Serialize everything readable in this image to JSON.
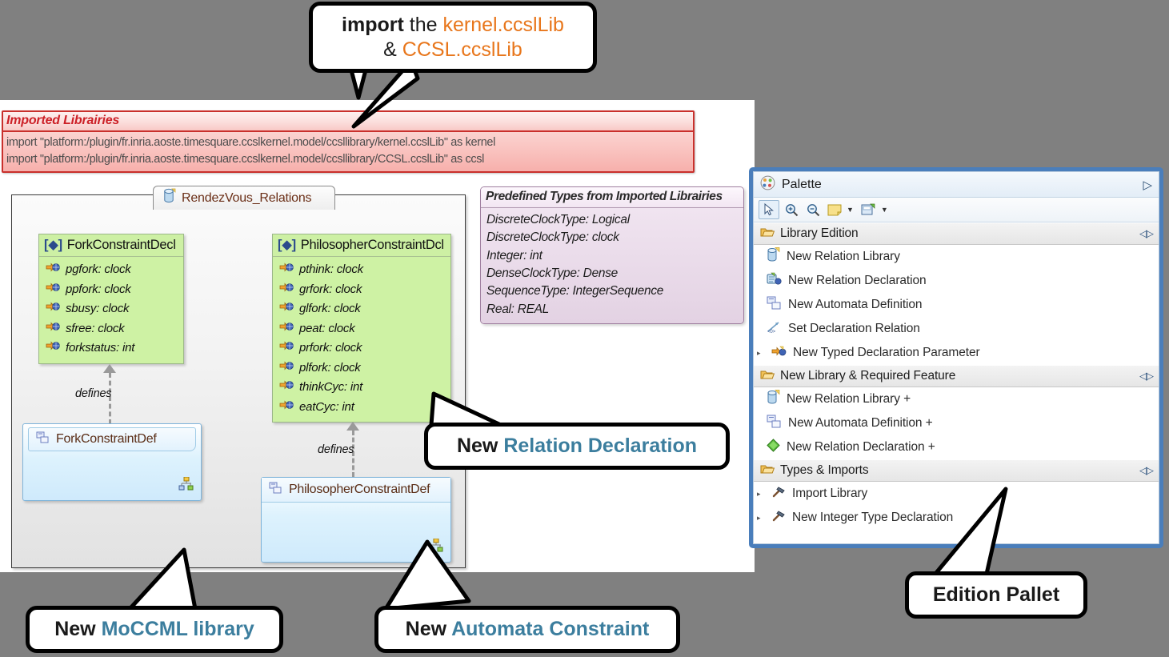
{
  "canvas": {
    "imported_libraries": {
      "title": "Imported Librairies",
      "lines": [
        "import \"platform:/plugin/fr.inria.aoste.timesquare.ccslkernel.model/ccsllibrary/kernel.ccslLib\" as kernel",
        "import \"platform:/plugin/fr.inria.aoste.timesquare.ccslkernel.model/ccsllibrary/CCSL.ccslLib\" as ccsl"
      ]
    },
    "diagram": {
      "tab_label": "RendezVous_Relations",
      "connector_label_1": "defines",
      "connector_label_2": "defines",
      "classes": [
        {
          "name": "ForkConstraintDecl",
          "stereotype": "[◆]",
          "attributes": [
            "pgfork: clock",
            "ppfork: clock",
            "sbusy: clock",
            "sfree: clock",
            "forkstatus: int"
          ]
        },
        {
          "name": "PhilosopherConstraintDcl",
          "stereotype": "[◆]",
          "attributes": [
            "pthink: clock",
            "grfork: clock",
            "glfork: clock",
            "peat: clock",
            "prfork: clock",
            "plfork: clock",
            "thinkCyc: int",
            "eatCyc: int"
          ]
        }
      ],
      "definitions": [
        {
          "name": "ForkConstraintDef"
        },
        {
          "name": "PhilosopherConstraintDef"
        }
      ]
    },
    "predefined_types": {
      "title": "Predefined Types from Imported Librairies",
      "lines": [
        "DiscreteClockType: Logical",
        "DiscreteClockType: clock",
        "Integer: int",
        "DenseClockType: Dense",
        "SequenceType: IntegerSequence",
        "Real: REAL"
      ]
    }
  },
  "palette": {
    "title": "Palette",
    "toolbar": [
      {
        "icon": "select-arrow-icon",
        "selected": true
      },
      {
        "icon": "zoom-in-icon",
        "selected": false
      },
      {
        "icon": "zoom-out-icon",
        "selected": false
      },
      {
        "icon": "note-icon",
        "selected": false,
        "caret": true
      },
      {
        "icon": "note-attachment-icon",
        "selected": false,
        "caret": true
      }
    ],
    "drawers": [
      {
        "label": "Library Edition",
        "items": [
          {
            "label": "New Relation Library",
            "icon": "relation-library-icon",
            "expandable": false
          },
          {
            "label": "New Relation Declaration",
            "icon": "relation-declaration-icon",
            "expandable": false
          },
          {
            "label": "New Automata Definition",
            "icon": "automata-definition-icon",
            "expandable": false
          },
          {
            "label": "Set Declaration Relation",
            "icon": "set-declaration-relation-icon",
            "expandable": false
          },
          {
            "label": "New Typed Declaration Parameter",
            "icon": "typed-declaration-parameter-icon",
            "expandable": true
          }
        ]
      },
      {
        "label": "New Library & Required Feature",
        "items": [
          {
            "label": "New Relation Library +",
            "icon": "relation-library-icon",
            "expandable": false
          },
          {
            "label": "New Automata Definition +",
            "icon": "automata-definition-icon",
            "expandable": false
          },
          {
            "label": "New Relation Declaration +",
            "icon": "green-diamond-icon",
            "expandable": false
          }
        ]
      },
      {
        "label": "Types & Imports",
        "items": [
          {
            "label": "Import Library",
            "icon": "hammer-icon",
            "expandable": true
          },
          {
            "label": "New Integer Type Declaration",
            "icon": "hammer-icon",
            "expandable": true
          }
        ]
      }
    ]
  },
  "callouts": {
    "import": {
      "line1_bold": "import",
      "line1_reg": "the",
      "line1_accent": "kernel.ccslLib",
      "line2_reg": "&",
      "line2_accent": "CCSL.ccslLib"
    },
    "relation_declaration": {
      "prefix": "New",
      "accent": "Relation Declaration"
    },
    "moccml_library": {
      "prefix": "New",
      "accent": "MoCCML library"
    },
    "automata_constraint": {
      "prefix": "New",
      "accent": "Automata Constraint"
    },
    "edition_pallet": {
      "label": "Edition Pallet"
    }
  },
  "colors": {
    "accent_orange": "#e8761b",
    "accent_blue": "#3c7e9e",
    "palette_frame": "#4a7ebb",
    "error_red": "#c9302c",
    "class_green": "#ccf0a0",
    "class_blue": "#cfeafc",
    "background_gray": "#808080"
  }
}
